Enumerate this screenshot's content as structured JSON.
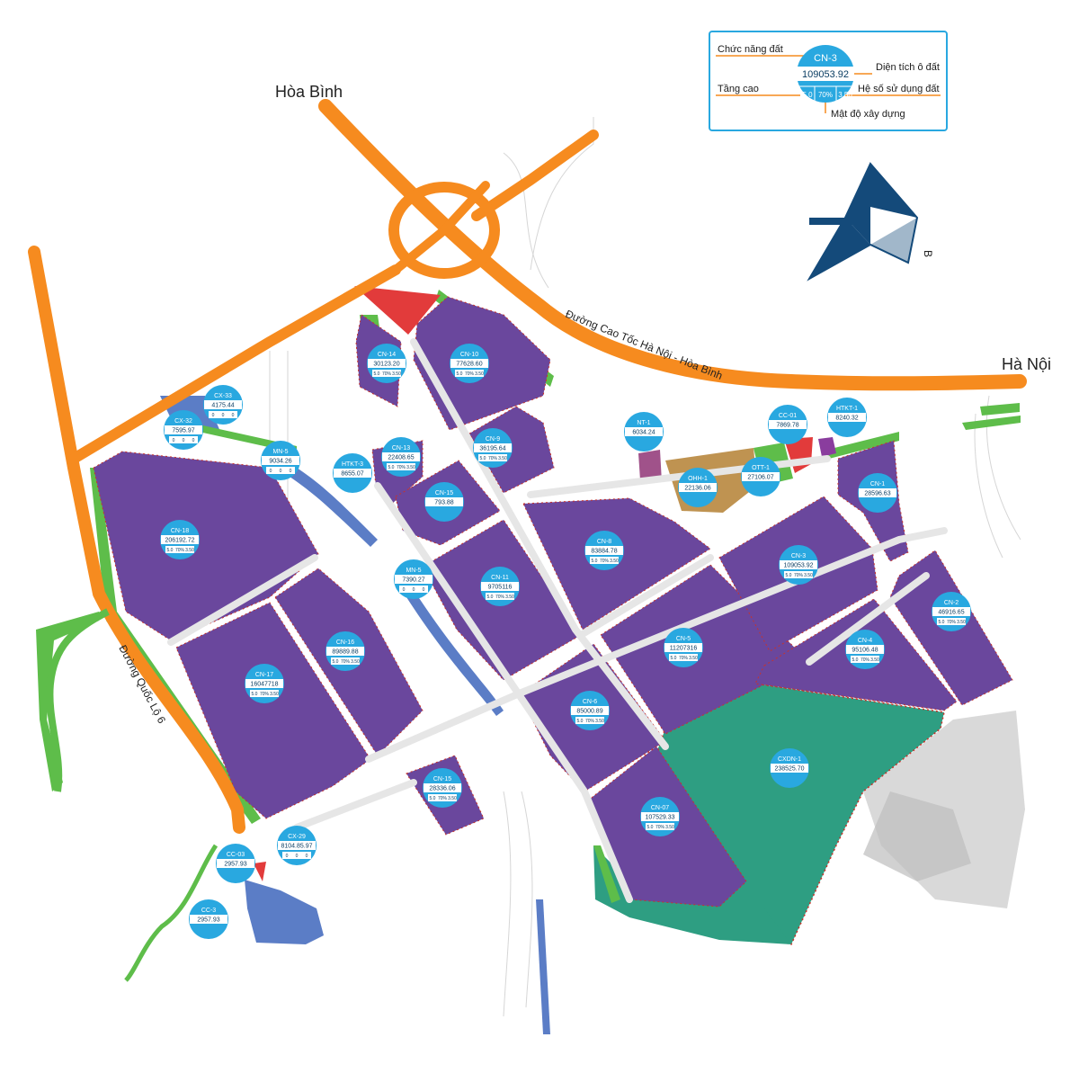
{
  "cities": {
    "north_west": "Hòa Bình",
    "east": "Hà Nội"
  },
  "roads": {
    "expressway": "Đường Cao Tốc Hà Nội - Hòa Bình",
    "national": "Đường Quốc Lộ 6"
  },
  "compass_letter": "B",
  "legend": {
    "land_use": "Chức năng đất",
    "plot_area": "Diện tích ô đất",
    "floors": "Tầng cao",
    "usage_coef": "Hệ số sử dụng đất",
    "density": "Mật độ xây dựng",
    "sample": {
      "code": "CN-3",
      "area": "109053.92",
      "floors": "5.0",
      "density": "70%",
      "coef": "3.50"
    }
  },
  "colors": {
    "industrial": "#6a479d",
    "green_buffer": "#5ebd4a",
    "tree_land": "#2e9e82",
    "water": "#5b7dc6",
    "road": "#f68b1f",
    "public": "#e23b3b",
    "label": "#29a8e0",
    "legend_border": "#29a8e0",
    "compass": "#144a7a"
  },
  "plots": [
    {
      "code": "CN-14",
      "area": "30123.20",
      "floors": "5.0",
      "density": "70%",
      "coef": "3.50"
    },
    {
      "code": "CN-10",
      "area": "77628.60",
      "floors": "5.0",
      "density": "70%",
      "coef": "3.50"
    },
    {
      "code": "CX-33",
      "area": "4175.44",
      "floors": "0",
      "density": "0",
      "coef": "0"
    },
    {
      "code": "CX-32",
      "area": "7595.97",
      "floors": "0",
      "density": "0",
      "coef": "0"
    },
    {
      "code": "CN-13",
      "area": "22408.65",
      "floors": "5.0",
      "density": "70%",
      "coef": "3.50"
    },
    {
      "code": "CN-9",
      "area": "36195.64",
      "floors": "5.0",
      "density": "70%",
      "coef": "3.50"
    },
    {
      "code": "NT-1",
      "area": "6034.24",
      "floors": "",
      "density": "",
      "coef": ""
    },
    {
      "code": "CC-01",
      "area": "7869.78",
      "floors": "",
      "density": "",
      "coef": ""
    },
    {
      "code": "HTKT-1",
      "area": "8240.32",
      "floors": "",
      "density": "",
      "coef": ""
    },
    {
      "code": "MN-5",
      "area": "9034.26",
      "floors": "0",
      "density": "0",
      "coef": "0"
    },
    {
      "code": "HTKT-3",
      "area": "8655.07",
      "floors": "",
      "density": "",
      "coef": ""
    },
    {
      "code": "CN-15",
      "area": "793.88",
      "floors": "",
      "density": "",
      "coef": ""
    },
    {
      "code": "OHH-1",
      "area": "22136.06",
      "floors": "",
      "density": "",
      "coef": ""
    },
    {
      "code": "OTT-1",
      "area": "27106.07",
      "floors": "",
      "density": "",
      "coef": ""
    },
    {
      "code": "CN-1",
      "area": "28596.63",
      "floors": "",
      "density": "",
      "coef": ""
    },
    {
      "code": "CN-18",
      "area": "206192.72",
      "floors": "5.0",
      "density": "70%",
      "coef": "3.50"
    },
    {
      "code": "CN-8",
      "area": "83884.78",
      "floors": "5.0",
      "density": "70%",
      "coef": "3.50"
    },
    {
      "code": "CN-3",
      "area": "109053.92",
      "floors": "5.0",
      "density": "70%",
      "coef": "3.50"
    },
    {
      "code": "MN-5",
      "area": "7390.27",
      "floors": "0",
      "density": "0",
      "coef": "0"
    },
    {
      "code": "CN-11",
      "area": "9705116",
      "floors": "5.0",
      "density": "70%",
      "coef": "3.50"
    },
    {
      "code": "CN-2",
      "area": "46916.65",
      "floors": "5.0",
      "density": "70%",
      "coef": "3.50"
    },
    {
      "code": "CN-16",
      "area": "89889.88",
      "floors": "5.0",
      "density": "70%",
      "coef": "3.50"
    },
    {
      "code": "CN-5",
      "area": "11207316",
      "floors": "5.0",
      "density": "70%",
      "coef": "3.50"
    },
    {
      "code": "CN-4",
      "area": "95106.48",
      "floors": "5.0",
      "density": "70%",
      "coef": "3.50"
    },
    {
      "code": "CN-17",
      "area": "16047718",
      "floors": "5.0",
      "density": "70%",
      "coef": "3.50"
    },
    {
      "code": "CN-6",
      "area": "85000.89",
      "floors": "5.0",
      "density": "70%",
      "coef": "3.50"
    },
    {
      "code": "CXDN-1",
      "area": "238525.70",
      "floors": "",
      "density": "",
      "coef": ""
    },
    {
      "code": "CN-15",
      "area": "28336.06",
      "floors": "5.0",
      "density": "70%",
      "coef": "3.50"
    },
    {
      "code": "CN-07",
      "area": "107529.33",
      "floors": "5.0",
      "density": "70%",
      "coef": "3.50"
    },
    {
      "code": "CX-29",
      "area": "8104.85.97",
      "floors": "0",
      "density": "0",
      "coef": "0"
    },
    {
      "code": "CC-03",
      "area": "2957.93",
      "floors": "",
      "density": "",
      "coef": ""
    },
    {
      "code": "CC-3",
      "area": "2957.93",
      "floors": "",
      "density": "",
      "coef": ""
    }
  ]
}
